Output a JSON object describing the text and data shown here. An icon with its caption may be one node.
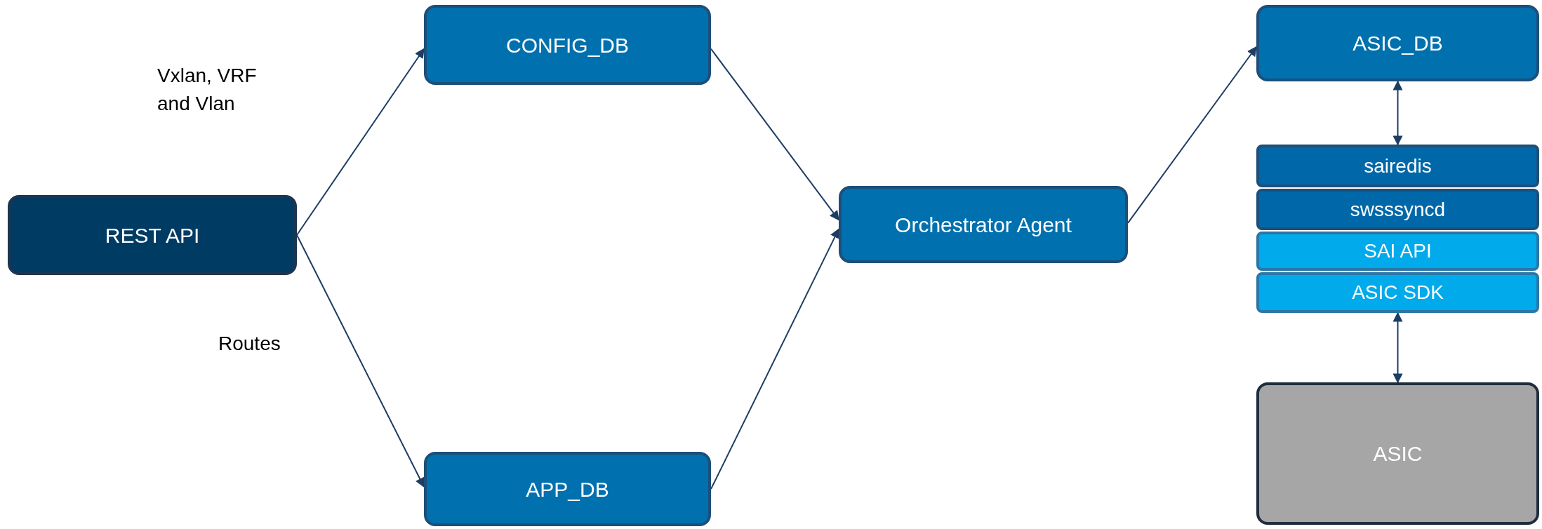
{
  "diagram": {
    "nodes": [
      {
        "text": [
          "REST API"
        ]
      },
      {
        "text": [
          "CONFIG_DB"
        ]
      },
      {
        "text": [
          "APP_DB"
        ]
      },
      {
        "text": [
          "Orchestrator Agent"
        ]
      },
      {
        "text": [
          "ASIC_DB"
        ]
      },
      {
        "text": [
          "sairedis"
        ]
      },
      {
        "text": [
          "swsssyncd"
        ]
      },
      {
        "text": [
          "SAI API"
        ]
      },
      {
        "text": [
          "ASIC SDK"
        ]
      },
      {
        "text": [
          "ASIC"
        ]
      }
    ],
    "edges": [
      {
        "from": 0,
        "to": 1,
        "arrow": "to"
      },
      {
        "from": 0,
        "to": 2,
        "arrow": "to"
      },
      {
        "from": 1,
        "to": 3,
        "arrow": "to"
      },
      {
        "from": 2,
        "to": 3,
        "arrow": "to"
      },
      {
        "from": 3,
        "to": 4,
        "arrow": "to"
      },
      {
        "from": 4,
        "to": 5,
        "arrow": "both"
      },
      {
        "from": 8,
        "to": 9,
        "arrow": "both"
      }
    ],
    "labels": [
      "Vxlan, VRF and Vlan",
      "Routes"
    ]
  }
}
